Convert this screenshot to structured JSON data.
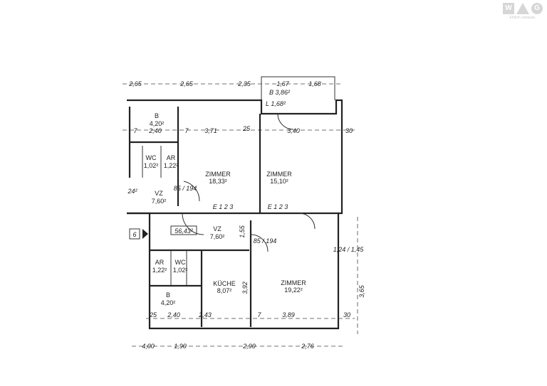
{
  "logo": {
    "marks": [
      "W",
      "A",
      "G"
    ],
    "tagline": "Ehrlich zuhause."
  },
  "top_dims": [
    "2,65",
    "2,65",
    "2,35",
    "1,67",
    "1,68"
  ],
  "balcony": {
    "line1": "B 3,86²",
    "line2": "L 1,68²"
  },
  "upper_dims": [
    "7",
    "2,40",
    "7",
    "3,71",
    "25",
    "3,40",
    "30"
  ],
  "rooms": {
    "b_upper": {
      "name": "B",
      "area": "4,20²"
    },
    "wc_upper": {
      "name": "WC",
      "area": "1,02²"
    },
    "ar_upper": {
      "name": "AR",
      "area": "1,22²"
    },
    "vz_upper": {
      "name": "VZ",
      "area": "7,60²"
    },
    "zimmer_1": {
      "name": "ZIMMER",
      "area": "18,33²"
    },
    "zimmer_2": {
      "name": "ZIMMER",
      "area": "15,10²"
    },
    "vz_lower": {
      "name": "VZ",
      "area": "7,60²"
    },
    "ar_lower": {
      "name": "AR",
      "area": "1,22²"
    },
    "wc_lower": {
      "name": "WC",
      "area": "1,02²"
    },
    "kueche": {
      "name": "KÜCHE",
      "area": "8,07²"
    },
    "zimmer_3": {
      "name": "ZIMMER",
      "area": "19,22²"
    },
    "b_lower": {
      "name": "B",
      "area": "4,20²"
    }
  },
  "total_area": "56,43²",
  "apartment_number": "6",
  "partial_area": "24²",
  "window_labels": [
    "E 1 2 3",
    "E 1 2 3"
  ],
  "door_labels": [
    "85 / 194",
    "85 / 194",
    "1,24 / 1,45",
    "3,92",
    "3,65",
    "1,55"
  ],
  "lower_dims": [
    "25",
    "2,40",
    "2,43",
    "7",
    "3,89",
    "30"
  ],
  "bottom_dims": [
    "4,00",
    "1,90",
    "2,90",
    "2,76"
  ]
}
